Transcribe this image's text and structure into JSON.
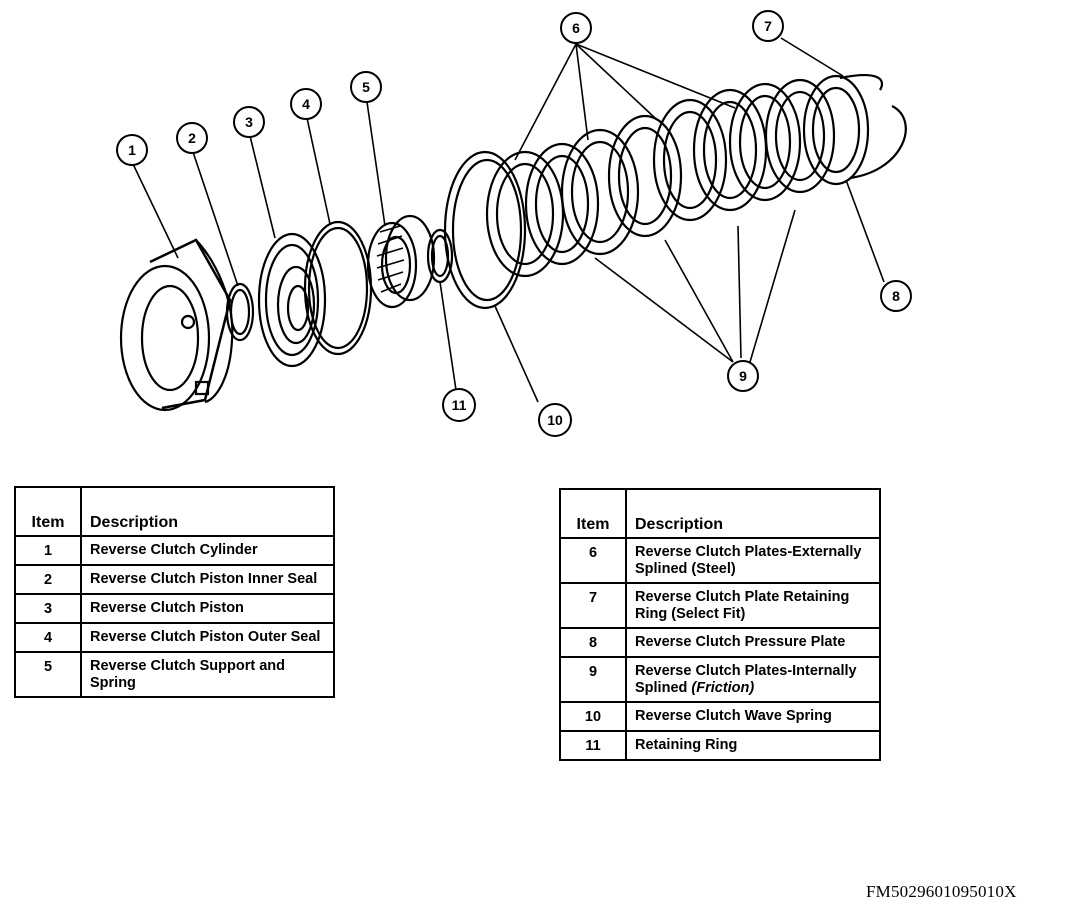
{
  "callouts": [
    "1",
    "2",
    "3",
    "4",
    "5",
    "6",
    "7",
    "8",
    "9",
    "10",
    "11"
  ],
  "table_left": {
    "header": {
      "item": "Item",
      "description": "Description"
    },
    "rows": [
      {
        "item": "1",
        "description": "Reverse Clutch Cylinder"
      },
      {
        "item": "2",
        "description": "Reverse Clutch Piston Inner Seal"
      },
      {
        "item": "3",
        "description": "Reverse Clutch Piston"
      },
      {
        "item": "4",
        "description": "Reverse Clutch Piston Outer Seal"
      },
      {
        "item": "5",
        "description": "Reverse Clutch Support and Spring"
      }
    ]
  },
  "table_right": {
    "header": {
      "item": "Item",
      "description": "Description"
    },
    "rows": [
      {
        "item": "6",
        "description": "Reverse Clutch Plates-Externally Splined (Steel)"
      },
      {
        "item": "7",
        "description": "Reverse Clutch Plate Retaining Ring (Select Fit)"
      },
      {
        "item": "8",
        "description": "Reverse Clutch Pressure Plate"
      },
      {
        "item": "9",
        "description": "Reverse Clutch Plates-Internally Splined",
        "description_italic": "(Friction)"
      },
      {
        "item": "10",
        "description": "Reverse Clutch Wave Spring"
      },
      {
        "item": "11",
        "description": "Retaining Ring"
      }
    ]
  },
  "figure_code": "FM5029601095010X"
}
